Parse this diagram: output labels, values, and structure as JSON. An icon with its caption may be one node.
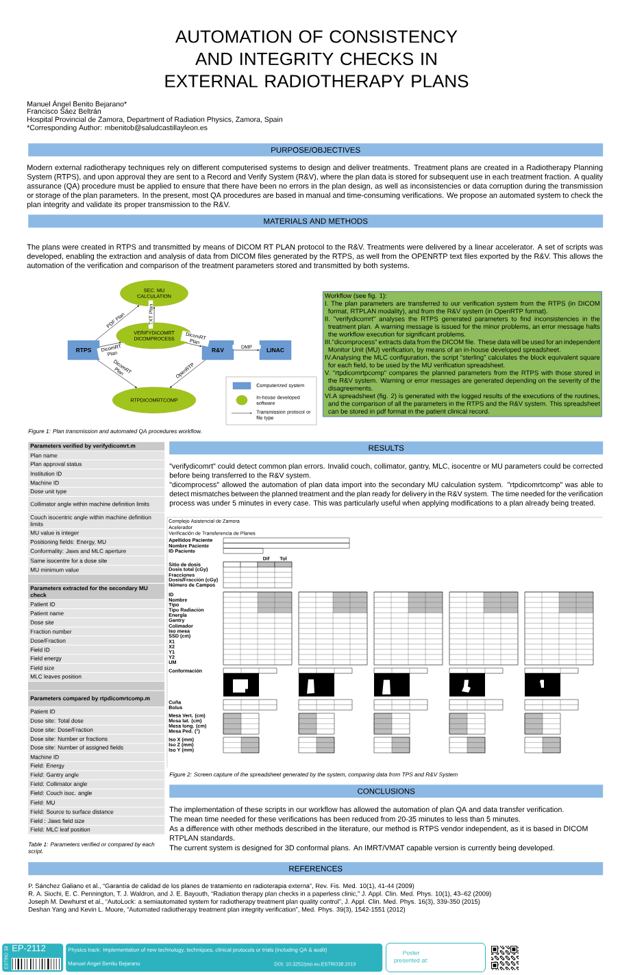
{
  "diagram": {
    "title": "AUTOMATION OF CONSISTENCY AND INTEGRITY CHECKS IN EXTERNAL RADIOTHERAPY PLANS",
    "nodes": [
      {
        "text": [
          "PURPOSE/OBJECTIVES"
        ]
      },
      {
        "text": [
          "MATERIALS AND METHODS"
        ]
      },
      {
        "text": [
          "RTPS"
        ]
      },
      {
        "text": [
          "SEC. MU CALCULATION"
        ]
      },
      {
        "text": [
          "VERIFYDICOMRT DICOMPROCESS"
        ]
      },
      {
        "text": [
          "R&V"
        ]
      },
      {
        "text": [
          "LINAC"
        ]
      },
      {
        "text": [
          "RTPDICOMRTCOMP"
        ]
      },
      {
        "text": [
          "Workflow (see fig. 1):",
          "I. The plan parameters are transferred to our verification system from the RTPS (in DICOM format, RTPLAN modality), and from the R&V system (in OpenRTP format).",
          "II. \"verifydicomrt\" analyses the RTPS generated parameters to find inconsistencies in the treatment plan. A warning message is issued for the minor problems, an error message halts the workflow execution for significant problems.",
          "III.\"dicomprocess\" extracts data from the DICOM file. These data will be used for an independent Monitor Unit (MU) verification, by means of an in-house developed spreadsheet.",
          "IV.Analysing the MLC configuration, the script \"sterling\" calculates the block equivalent square for each field, to be used by the MU verification spreadsheet.",
          "V. \"rtpdicomrtpcomp\" compares the planned parameters from the RTPS with those stored in the R&V system. Warning or error messages are generated depending on the severity of the disagreements.",
          "VI.A spreadsheet (fig. 2) is generated with the logged results of the executions of the routines, and the comparison of all the parameters in the RTPS and the R&V system. This spreadsheet can be stored in pdf format in the patient clinical record."
        ]
      },
      {
        "text": [
          "RESULTS"
        ]
      },
      {
        "text": [
          "CONCLUSIONS"
        ]
      },
      {
        "text": [
          "REFERENCES"
        ]
      },
      {
        "text": [
          "ESTRO 38",
          "EP-2112"
        ]
      },
      {
        "text": [
          "Physics track: Implementation of new technology, techniques, clinical protocols or trials (including QA & audit)",
          "Manuel Angel Benito Bejarano",
          "DOI: 10.3252/pso.eu.ESTRO38.2019"
        ]
      },
      {
        "text": [
          "Poster presented at:"
        ]
      }
    ],
    "edges": [
      {
        "from": 2,
        "to": 3,
        "arrow": "to",
        "label": "PDF Plan"
      },
      {
        "from": 2,
        "to": 4,
        "arrow": "to",
        "label": "DicomRT Plan"
      },
      {
        "from": 4,
        "to": 3,
        "arrow": "to",
        "label": "TXT Plan"
      },
      {
        "from": 4,
        "to": 5,
        "arrow": "to",
        "label": "DicomRT Plan"
      },
      {
        "from": 5,
        "to": 6,
        "arrow": "to",
        "label": "DMP"
      },
      {
        "from": 2,
        "to": 7,
        "arrow": "to",
        "label": "DicomRT Plan"
      },
      {
        "from": 5,
        "to": 7,
        "arrow": "to",
        "label": "OpenRTP"
      }
    ],
    "labels": [
      "Manuel Ángel Benito Bejarano*",
      "Francisco Sáez Beltrán",
      "Hospital Provincial de Zamora, Department of Radiation Physics, Zamora, Spain",
      "*Corresponding Author: mbenitob@saludcastillayleon.es",
      "Modern external radiotherapy techniques rely on different computerised systems to design and deliver treatments. Treatment plans are created in a Radiotherapy Planning System (RTPS), and upon approval they are sent to a Record and Verify System (R&V), where the plan data is stored for subsequent use in each treatment fraction. A quality assurance (QA) procedure must be applied to ensure that there have been no errors in the plan design, as well as inconsistencies or data corruption during the transmission or storage of the plan parameters. In the present, most QA procedures are based in manual and time-consuming verifications. We propose an automated system to check the plan integrity and validate its proper transmission to the R&V.",
      "The plans were created in RTPS and transmitted by means of DICOM RT PLAN protocol to the R&V. Treatments were delivered by a linear accelerator. A set of scripts was developed, enabling the extraction and analysis of data from DICOM files generated by the RTPS, as well from the OPENRTP text files exported by the R&V. This allows the automation of the verification and comparison of the treatment parameters stored and transmitted by both systems.",
      "Figure 1: Plan transmission and automated QA procedures workflow.",
      "Parameters verified by verifydicomrt.m",
      "Plan name",
      "Plan approval status",
      "Institution ID",
      "Machine ID",
      "Dose unit type",
      "Collimator angle within machine definition limits",
      "Couch isocentric angle within machine definition limits",
      "MU value is integer",
      "Positioning fields: Energy, MU",
      "Conformality: Jaws and MLC aperture",
      "Same isocentre for a dose site",
      "MU minimum value",
      "Parameters extracted for the secondary MU check",
      "Patient ID",
      "Patient name",
      "Dose site",
      "Fraction number",
      "Dose/Fraction",
      "Field ID",
      "Field energy",
      "Field size",
      "MLC leaves position",
      "Parameters compared by rtpdicomrtcomp.m",
      "Patient ID",
      "Dose site: Total dose",
      "Dose site: Dose/Fraction",
      "Dose site: Number or fractions",
      "Dose site: Number of assigned fields",
      "Machine ID",
      "Field: Energy",
      "Field: Gantry angle",
      "Field: Collimator angle",
      "Field: Couch isoc. angle",
      "Field: MU",
      "Field: Source to surface distance",
      "Field : Jaws field size",
      "Field: MLC leaf position",
      "Table 1: Parameters verified or compared by each script.",
      "\"verifydicomrt\" could detect common plan errors. Invalid couch, collimator, gantry, MLC, isocentre or MU parameters could be corrected before being transferred to the R&V system.",
      "\"dicomprocess\" allowed the automation of plan data import into the secondary MU calculation system. \"rtpdicomrtcomp\" was able to detect mismatches between the planned treatment and the plan ready for delivery in the R&V system. The time needed for the verification process was under 5 minutes in every case. This was particularly useful when applying modifications to a plan already being treated.",
      "Complejo Asistencial de Zamora",
      "Acelerador",
      "Verificación de Transferencia de Planes",
      "Apellidos Paciente",
      "Nombre Paciente",
      "ID Paciente",
      "Dif",
      "Tol",
      "Sitio de dosis",
      "Dosis total (cGy)",
      "Fracciones",
      "Dosis/Fracción (cGy)",
      "Número de Campos",
      "ID",
      "Nombre",
      "Tipo",
      "Tipo Radiación",
      "Energía",
      "Gantry",
      "Colimador",
      "Iso mesa",
      "SSD (cm)",
      "X1",
      "X2",
      "Y1",
      "Y2",
      "UM",
      "Conformación",
      "Cuña",
      "Bolus",
      "Mesa Vert. (cm)",
      "Mesa lat. (cm)",
      "Mesa long. (cm)",
      "Mesa Ped. (°)",
      "Iso X (mm)",
      "Iso Z (mm)",
      "Iso Y (mm)",
      "Figure 2: Screen capture of the spreadsheet generated by the system, comparing data from TPS and R&V System",
      "The implementation of these scripts in our workflow has allowed the automation of plan QA and data transfer verification.",
      "The mean time needed for these verifications has been reduced from 20-35 minutes to less than 5 minutes.",
      "As a difference with other methods described in the literature, our method is RTPS vendor independent, as it is based in DICOM RTPLAN standards.",
      "The current system is designed for 3D conformal plans. An IMRT/VMAT capable version is currently being developed.",
      "P. Sánchez Galiano et al., “Garantía de calidad de los planes de tratamiento en radioterapia externa”, Rev. Fis. Med. 10(1),  41-44 (2009)",
      "R. A. Siochi, E. C. Pennington, T. J. Waldron, and J. E. Bayouth, “Radiation therapy plan checks in a paperless clinic,” J. Appl. Clin. Med. Phys. 10(1), 43–62 (2009)",
      "Joseph M. Dewhurst et al., “AutoLock: a semiautomated system for radiotherapy treatment plan quality control”, J. Appl. Clin. Med. Phys. 16(3), 339-350 (2015)",
      "Deshan Yang and Kevin L. Moore, “Automated radiotherapy treatment plan integrity verification”, Med. Phys. 39(3), 1542-1551 (2012)"
    ],
    "legend": [
      {
        "text": "Computerized system",
        "color": "#6c9bd3"
      },
      {
        "text": "In-house developed software",
        "color": "#a0c41c"
      },
      {
        "text": "Transmission protocol or file type"
      }
    ]
  }
}
